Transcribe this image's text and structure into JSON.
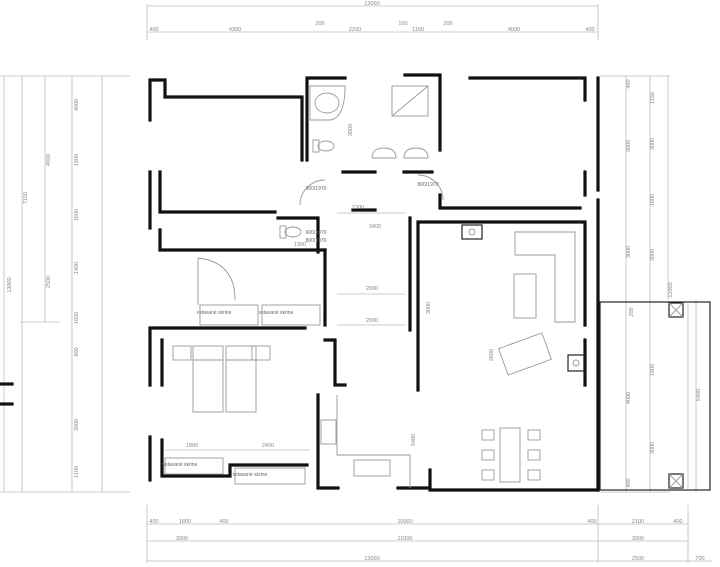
{
  "dimensions": {
    "top_total": "13000",
    "top_segments": [
      "400",
      "4300",
      "200",
      "2200",
      "100",
      "1100",
      "200",
      "4000",
      "400"
    ],
    "bottom_segments": [
      "400",
      "1800",
      "400",
      "10000",
      "400",
      "2100",
      "400"
    ],
    "bottom_middle": [
      "2000",
      "11000",
      "2000"
    ],
    "bottom_total": [
      "13000",
      "2500",
      "700"
    ],
    "left_outer": [
      "13000",
      "7150",
      "4000",
      "2500"
    ],
    "left_inner": [
      "4000",
      "1500",
      "1600",
      "1400",
      "1600",
      "800",
      "3000",
      "1100"
    ],
    "right_inner": [
      "400",
      "3000",
      "3000",
      "200",
      "4000",
      "400"
    ],
    "right_outer": [
      "1150",
      "3000",
      "1600",
      "3000",
      "1900",
      "3000",
      "12000",
      "5400"
    ]
  },
  "rooms": {
    "wardrobe_label": "vstavané skrine",
    "door_labels": [
      "900/1970",
      "800/1970",
      "600/1970",
      "800/1970"
    ],
    "interior_dims": [
      "2300",
      "3400",
      "2000",
      "2000",
      "1800",
      "2400",
      "5400",
      "3000",
      "2600",
      "1300",
      "3000"
    ]
  }
}
